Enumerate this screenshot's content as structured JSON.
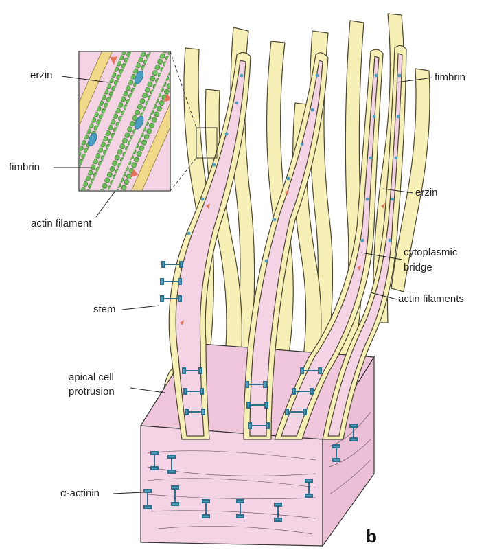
{
  "figure": {
    "panel_letter": "b",
    "colors": {
      "stereocilium_fill": "#f6efb6",
      "stereocilium_outline": "#4a4530",
      "cytoplasm_pink": "#f4d4e4",
      "membrane_yellow": "#f2d98a",
      "actin_green": "#6bbf5a",
      "crosslink_blue": "#4a9fc0",
      "erzin_orange": "#e2745a"
    },
    "labels": {
      "erzin_inset": "erzin",
      "fimbrin_inset": "fimbrin",
      "actin_filament": "actin filament",
      "fimbrin_right": "fimbrin",
      "erzin_right": "erzin",
      "cytoplasmic_bridge_1": "cytoplasmic",
      "cytoplasmic_bridge_2": "bridge",
      "actin_filaments": "actin filaments",
      "stem": "stem",
      "apical_cell_protrusion_1": "apical cell",
      "apical_cell_protrusion_2": "protrusion",
      "alpha_actinin": "α-actinin"
    }
  }
}
